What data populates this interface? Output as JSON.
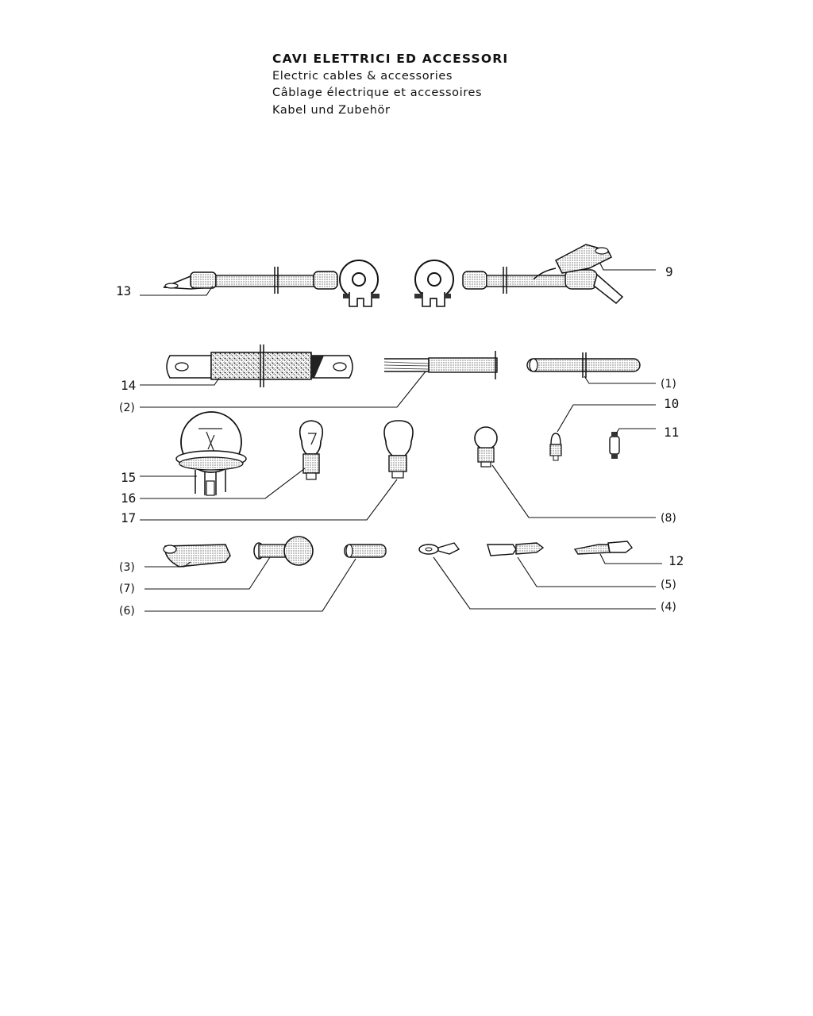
{
  "header": {
    "title_it": "CAVI ELETTRICI ED ACCESSORI",
    "title_en": "Electric cables & accessories",
    "title_fr": "Câblage électrique et accessoires",
    "title_de": "Kabel und Zubehör"
  },
  "callouts": {
    "c13": "13",
    "c9": "9",
    "c14": "14",
    "c1": "(1)",
    "c2": "(2)",
    "c10": "10",
    "c11": "11",
    "c15": "15",
    "c16": "16",
    "c17": "17",
    "c8": "(8)",
    "c3": "(3)",
    "c12": "12",
    "c7": "(7)",
    "c5": "(5)",
    "c6": "(6)",
    "c4": "(4)"
  }
}
